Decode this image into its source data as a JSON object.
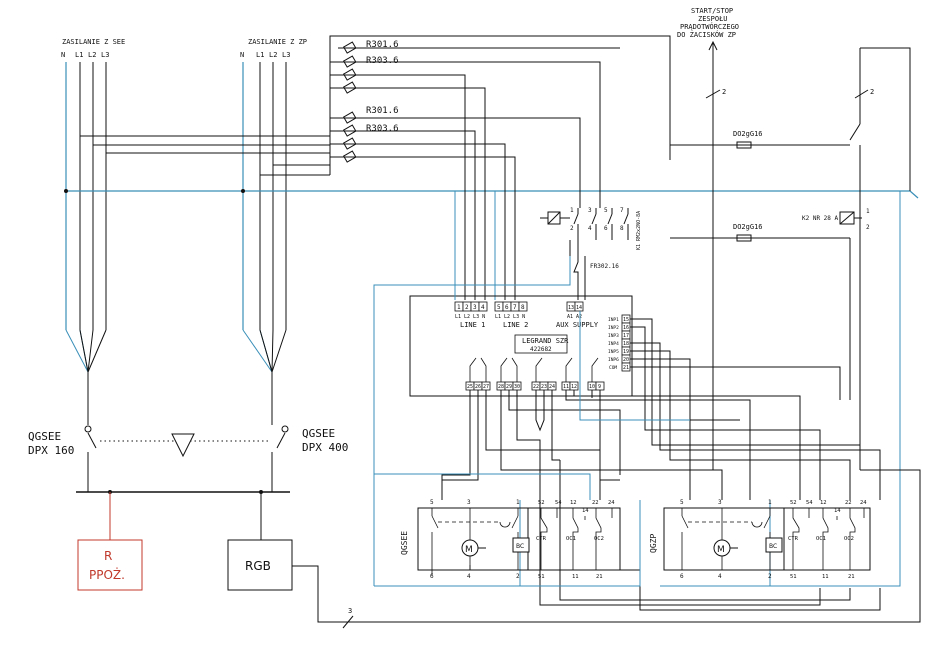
{
  "sources": {
    "see_title": "ZASILANIE Z SEE",
    "zp_title": "ZASILANIE Z ZP",
    "phases": [
      "N",
      "L1",
      "L2",
      "L3"
    ]
  },
  "fuses": {
    "f1": "R301.6",
    "f2": "R303.6",
    "f3": "R301.6",
    "f4": "R303.6"
  },
  "start_stop": {
    "line1": "START/STOP",
    "line2": "ZESPOŁU",
    "line3": "PRĄDOTWÓRCZEGO",
    "line4": "DO ZACISKÓW ZP",
    "count": "2"
  },
  "right_count": "2",
  "breakers": {
    "qgsee_name": "QGSEE",
    "qgsee_type": "DPX 160",
    "qgzp_name": "QGSEE",
    "qgzp_type": "DPX 400"
  },
  "loads": {
    "r_line1": "R",
    "r_line2": "PPOŻ.",
    "rgb": "RGB",
    "cable_count": "3"
  },
  "relays": {
    "k1": "K1 RM2x2NO-8A",
    "k2": "K2 NR 28 A",
    "fr": "FR302.16",
    "dc1": "DO2gG16",
    "dc2": "DO2gG16",
    "k1_pins_top": [
      "1",
      "3",
      "5",
      "7"
    ],
    "k1_pins_bottom": [
      "2",
      "4",
      "6",
      "8"
    ],
    "k2_pins": [
      "1",
      "2"
    ]
  },
  "controller": {
    "line1_terms": [
      "1",
      "2",
      "3",
      "4"
    ],
    "line1_sub": "L1 L2 L3  N",
    "line1_label": "LINE 1",
    "line2_terms": [
      "5",
      "6",
      "7",
      "8"
    ],
    "line2_sub": "L1 L2 L3  N",
    "line2_label": "LINE 2",
    "aux_terms": [
      "13",
      "14"
    ],
    "aux_sub": "A1 A2",
    "aux_label": "AUX SUPPLY",
    "title": "LEGRAND SZR",
    "code": "422682",
    "inputs": [
      {
        "label": "INP1",
        "term": "15"
      },
      {
        "label": "INP2",
        "term": "16"
      },
      {
        "label": "INP3",
        "term": "17"
      },
      {
        "label": "INP4",
        "term": "18"
      },
      {
        "label": "INP5",
        "term": "19"
      },
      {
        "label": "INP6",
        "term": "20"
      },
      {
        "label": "COM",
        "term": "21"
      }
    ],
    "bottom_terms": [
      "25",
      "26",
      "27",
      "28",
      "29",
      "30",
      "22",
      "23",
      "24",
      "11",
      "12",
      "10",
      "9"
    ]
  },
  "motor_units": {
    "left_name": "QGSEE",
    "right_name": "QGZP",
    "top_pins": [
      "5",
      "3",
      "1"
    ],
    "bottom_pins": [
      "6",
      "4",
      "2"
    ],
    "aux_top": [
      "52",
      "54",
      "12",
      "22",
      "24"
    ],
    "aux_mid": "14",
    "aux_bottom": [
      "51",
      "11",
      "21"
    ],
    "ctr": "CTR",
    "oc1": "OC1",
    "oc2": "OC2",
    "bc": "BC",
    "motor": "M"
  }
}
